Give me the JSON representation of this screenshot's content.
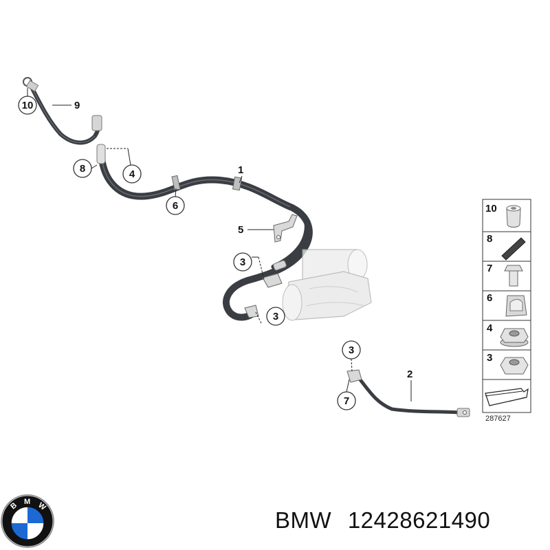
{
  "callouts": {
    "c10_top": "10",
    "c9": "9",
    "c8_left": "8",
    "c4_left": "4",
    "c1": "1",
    "c6_left": "6",
    "c5": "5",
    "c3_a": "3",
    "c3_b": "3",
    "c3_c": "3",
    "c2": "2",
    "c7_left": "7"
  },
  "legend": {
    "items": [
      "10",
      "8",
      "7",
      "6",
      "4",
      "3"
    ],
    "reference_number": "287627"
  },
  "caption": {
    "brand": "BMW",
    "part_number": "12428621490"
  },
  "logo": {
    "text": "BMW",
    "colors": {
      "blue": "#1c69d4",
      "white": "#ffffff",
      "ring": "#111111"
    }
  },
  "colors": {
    "cable": "#3a3d42",
    "cable_highlight": "#6a6e75",
    "starter": "#e8e8e8",
    "outline": "#9a9a9a"
  }
}
